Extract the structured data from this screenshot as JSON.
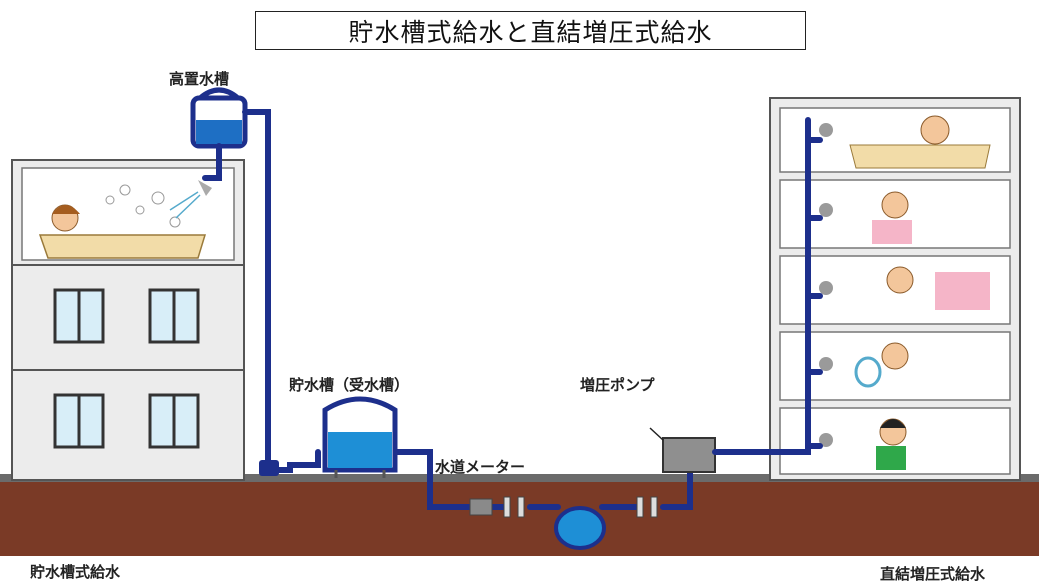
{
  "title": "貯水槽式給水と直結増圧式給水",
  "labels": {
    "elevated_tank": "高置水槽",
    "storage_tank": "貯水槽（受水槽）",
    "booster_pump": "増圧ポンプ",
    "water_meter": "水道メーター",
    "left_system": "貯水槽式給水",
    "right_system": "直結増圧式給水"
  },
  "colors": {
    "pipe": "#1d2f8c",
    "ground": "#7a3a26",
    "ground_top": "#666666",
    "building": "#e9e9e9",
    "water": "#1e8fd6"
  }
}
